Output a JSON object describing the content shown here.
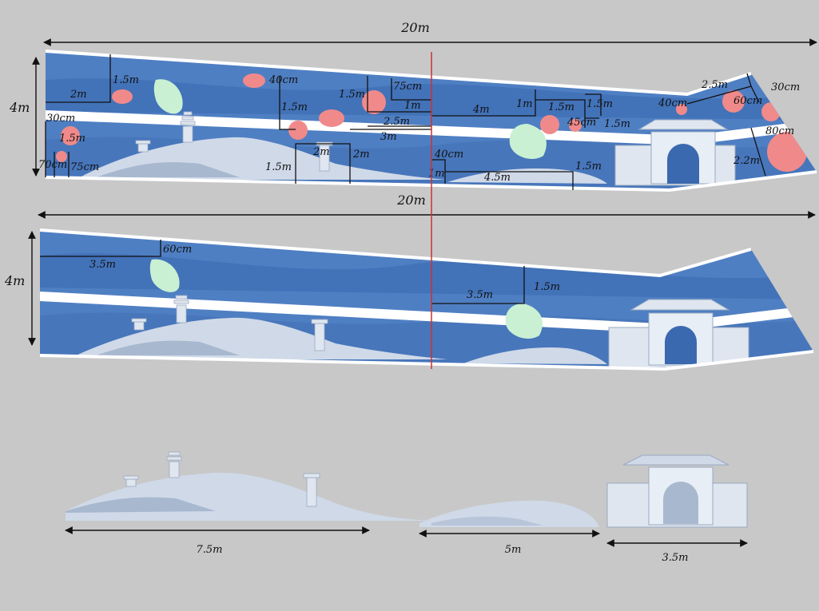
{
  "overall": {
    "width_label": "20m",
    "height_label": "4m"
  },
  "panel_top": {
    "measurements": {
      "m_2m_left": "2m",
      "m_1_5m_a": "1.5m",
      "m_30cm": "30cm",
      "m_1_5m_b": "1.5m",
      "m_70cm": "70cm",
      "m_75cm_left": "75cm",
      "m_40cm_top": "40cm",
      "m_1_5m_c": "1.5m",
      "m_1_5m_d": "1.5m",
      "m_75cm_mid": "75cm",
      "m_1m_a": "1m",
      "m_2_5m": "2.5m",
      "m_3m": "3m",
      "m_2m_mid_a": "2m",
      "m_2m_mid_b": "2m",
      "m_1_5m_e": "1.5m",
      "m_4m": "4m",
      "m_1m_b": "1m",
      "m_1_5m_f": "1.5m",
      "m_1_5m_g": "1.5m",
      "m_45cm": "45cm",
      "m_1_5m_h": "1.5m",
      "m_40cm_low": "40cm",
      "m_1m_c": "1m",
      "m_4_5m": "4.5m",
      "m_1_5m_i": "1.5m",
      "m_2_5m_right": "2.5m",
      "m_30cm_right": "30cm",
      "m_40cm_right": "40cm",
      "m_60cm": "60cm",
      "m_80cm": "80cm",
      "m_2_2m": "2.2m"
    }
  },
  "panel_mid": {
    "width_label": "20m",
    "height_label": "4m",
    "measurements": {
      "m_3_5m_left": "3.5m",
      "m_60cm": "60cm",
      "m_3_5m_mid": "3.5m",
      "m_1_5m": "1.5m"
    }
  },
  "elements": {
    "hill_label": "7.5m",
    "mound_label": "5m",
    "gate_label": "3.5m"
  },
  "colors": {
    "background": "#c8c8c8",
    "sky_blue": "#4f7fc3",
    "deep_blue": "#3b69b0",
    "hill": "#cfd9e8",
    "hill_shadow": "#a8b8cf",
    "blossom": "#f08a8a",
    "leaf": "#c9f0d3",
    "center_line": "#d03030"
  }
}
